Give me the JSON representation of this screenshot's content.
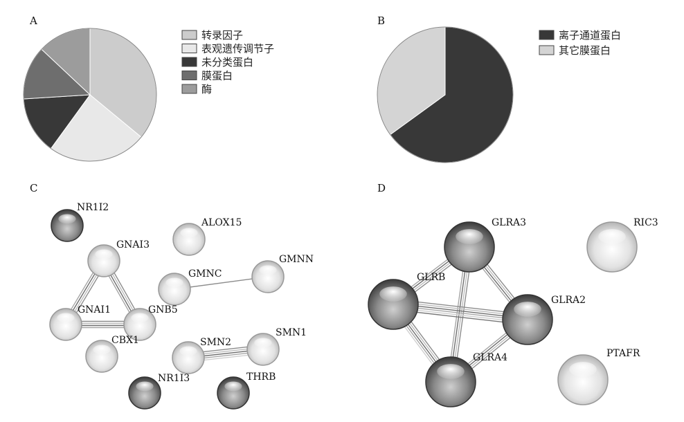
{
  "chart_data": [
    {
      "type": "pie",
      "panel": "A",
      "categories": [
        "转录因子",
        "表观遗传调节子",
        "未分类蛋白",
        "膜蛋白",
        "酶"
      ],
      "values": [
        36,
        24,
        14,
        13,
        13
      ],
      "colors": [
        "#cccccc",
        "#e8e8e8",
        "#383838",
        "#6e6e6e",
        "#9c9c9c"
      ]
    },
    {
      "type": "pie",
      "panel": "B",
      "categories": [
        "离子通道蛋白",
        "其它膜蛋白"
      ],
      "values": [
        65,
        35
      ],
      "colors": [
        "#383838",
        "#d4d4d4"
      ]
    },
    {
      "type": "network",
      "panel": "C",
      "nodes": [
        {
          "id": "NR1I2",
          "shade": "dark"
        },
        {
          "id": "ALOX15",
          "shade": "light"
        },
        {
          "id": "GNAI3",
          "shade": "light"
        },
        {
          "id": "GMNC",
          "shade": "light"
        },
        {
          "id": "GMNN",
          "shade": "light"
        },
        {
          "id": "GNAI1",
          "shade": "light"
        },
        {
          "id": "GNB5",
          "shade": "light"
        },
        {
          "id": "CBX1",
          "shade": "light"
        },
        {
          "id": "SMN2",
          "shade": "light"
        },
        {
          "id": "SMN1",
          "shade": "light"
        },
        {
          "id": "NR1I3",
          "shade": "dark"
        },
        {
          "id": "THRB",
          "shade": "dark"
        }
      ],
      "edges": [
        {
          "source": "GNAI3",
          "target": "GNAI1",
          "strands": 4
        },
        {
          "source": "GNAI3",
          "target": "GNB5",
          "strands": 4
        },
        {
          "source": "GNAI1",
          "target": "GNB5",
          "strands": 4
        },
        {
          "source": "GMNC",
          "target": "GMNN",
          "strands": 1
        },
        {
          "source": "SMN2",
          "target": "SMN1",
          "strands": 5
        }
      ]
    },
    {
      "type": "network",
      "panel": "D",
      "nodes": [
        {
          "id": "GLRA3",
          "shade": "dark"
        },
        {
          "id": "RIC3",
          "shade": "light"
        },
        {
          "id": "GLRB",
          "shade": "dark"
        },
        {
          "id": "GLRA2",
          "shade": "dark"
        },
        {
          "id": "GLRA4",
          "shade": "dark"
        },
        {
          "id": "PTAFR",
          "shade": "light"
        }
      ],
      "edges": [
        {
          "source": "GLRA3",
          "target": "GLRB",
          "strands": 4
        },
        {
          "source": "GLRA3",
          "target": "GLRA2",
          "strands": 4
        },
        {
          "source": "GLRA3",
          "target": "GLRA4",
          "strands": 4
        },
        {
          "source": "GLRB",
          "target": "GLRA2",
          "strands": 6
        },
        {
          "source": "GLRB",
          "target": "GLRA4",
          "strands": 5
        },
        {
          "source": "GLRA2",
          "target": "GLRA4",
          "strands": 4
        }
      ]
    }
  ],
  "panels": {
    "a": "A",
    "b": "B",
    "c": "C",
    "d": "D"
  }
}
